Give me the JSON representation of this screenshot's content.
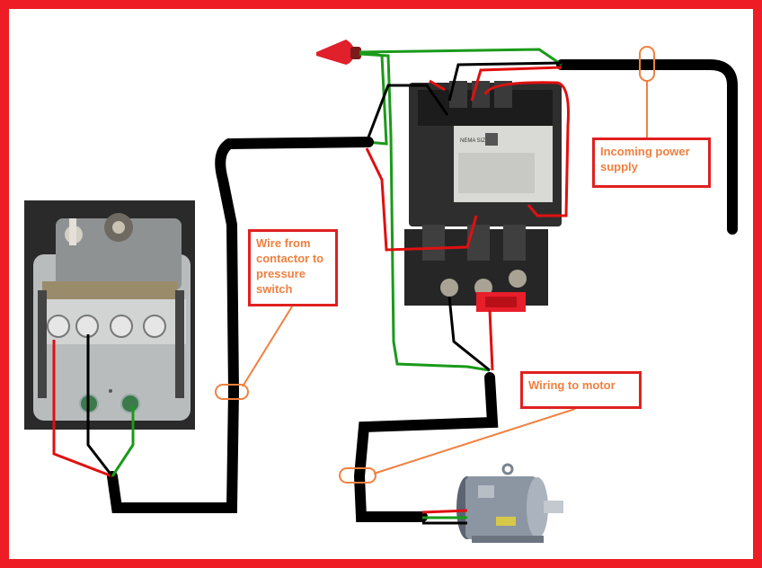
{
  "labels": {
    "incoming_power": "Incoming power supply",
    "wire_contactor": "Wire from contactor to pressure switch",
    "wiring_motor": "Wiring to motor"
  },
  "contactor": {
    "badge": "NEMA SIZE 1"
  },
  "colors": {
    "frame": "#ee1c25",
    "label_border": "#e02020",
    "label_text": "#f08040",
    "callout_line": "#f08040",
    "wire_black": "#000000",
    "wire_red": "#e01010",
    "wire_green": "#1a9a1a"
  }
}
